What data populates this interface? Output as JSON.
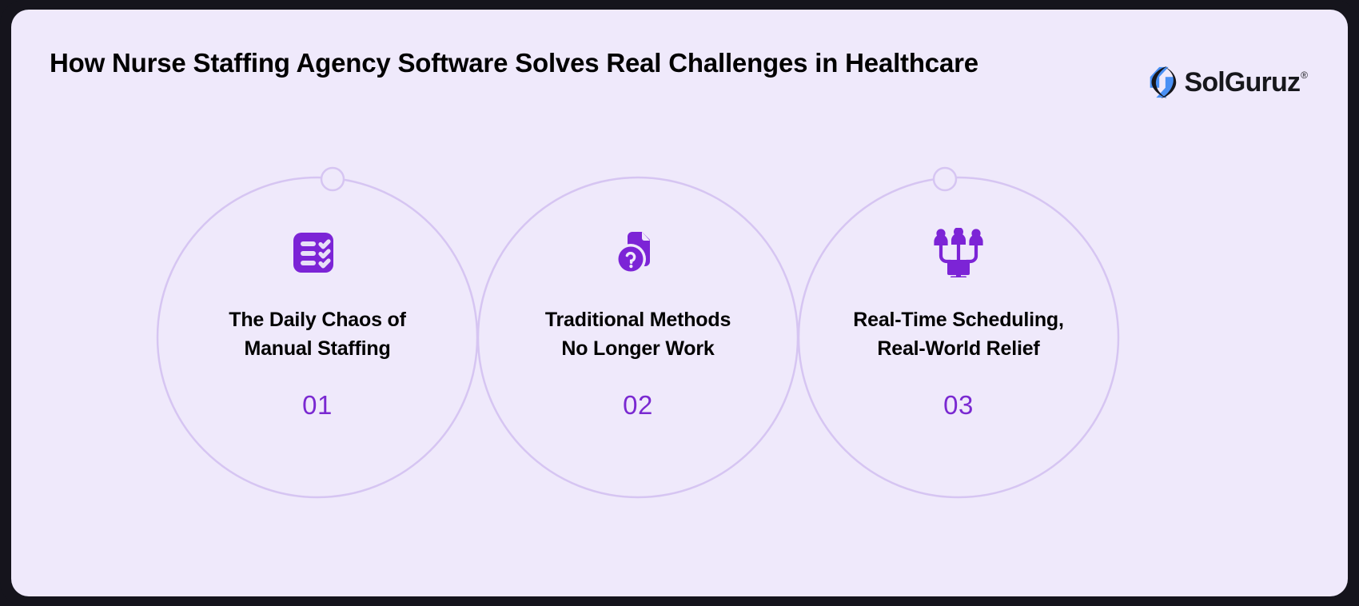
{
  "header": {
    "title": "How Nurse Staffing Agency Software Solves Real Challenges in Healthcare",
    "logo": {
      "name": "SolGuruz",
      "trademark": "®",
      "mark_icon": "solguruz-s-mark-icon",
      "mark_color_blue": "#4a90f4",
      "mark_color_dark": "#17171c"
    }
  },
  "theme": {
    "frame_background": "#15141c",
    "panel_background": "#efe9fb",
    "accent_purple": "#7a29d1",
    "icon_purple": "#7c24d6",
    "circle_stroke": "#d6c5f2",
    "heading_color": "#000000"
  },
  "cards": [
    {
      "icon": "checklist-icon",
      "heading": "The Daily Chaos of\nManual Staffing",
      "number": "01"
    },
    {
      "icon": "document-question-icon",
      "heading": "Traditional Methods\nNo Longer Work",
      "number": "02"
    },
    {
      "icon": "team-monitor-icon",
      "heading": "Real-Time Scheduling,\nReal-World Relief",
      "number": "03"
    }
  ]
}
